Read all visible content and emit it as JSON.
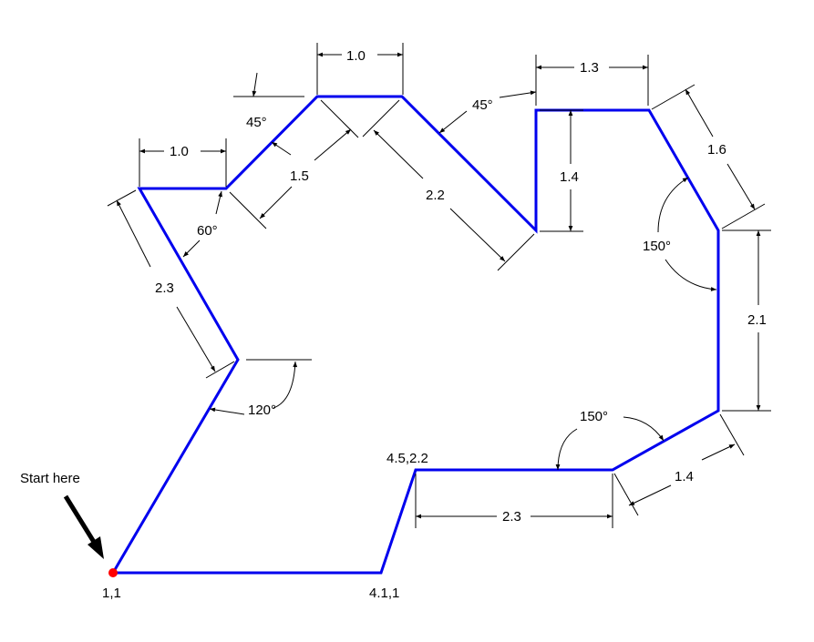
{
  "start_label": "Start here",
  "colors": {
    "outline": "#0000ee",
    "start_point": "#ff0000",
    "dimension": "#000000"
  },
  "points": {
    "start": "1,1",
    "bottom_right": "4.1,1",
    "inner_corner": "4.5,2.2"
  },
  "dimensions": {
    "top_left_width": "1.0",
    "top_middle_width": "1.0",
    "top_right_width": "1.3",
    "diag_left": "1.5",
    "diag_middle": "2.2",
    "left_long": "2.3",
    "step_height": "1.4",
    "right_diag": "1.6",
    "right_height": "2.1",
    "bottom_diag": "1.4",
    "bottom_width": "2.3"
  },
  "angles": {
    "top_left": "45°",
    "top_middle": "45°",
    "left_inner": "60°",
    "left_lower": "120°",
    "right_upper": "150°",
    "right_lower": "150°"
  }
}
